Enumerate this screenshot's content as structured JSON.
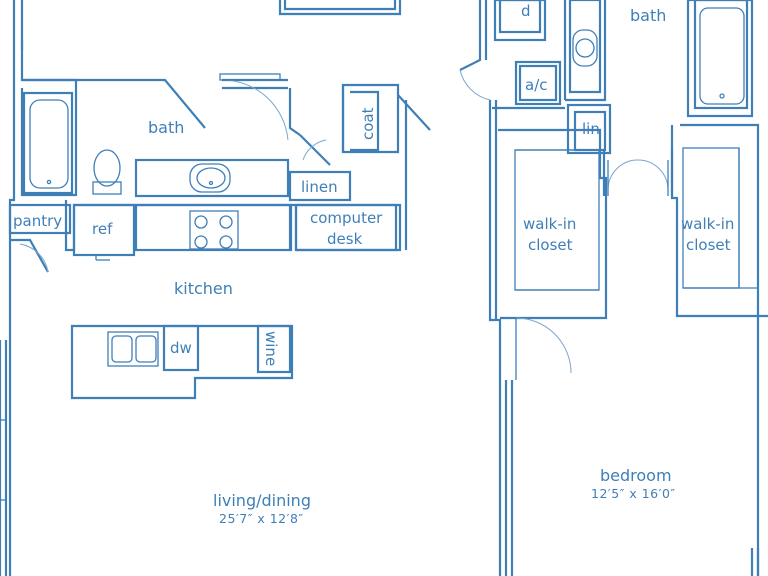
{
  "floorplan": {
    "stroke_color": "#3f7fb8",
    "background": "#ffffff",
    "rooms": {
      "bath_left": "bath",
      "bath_right": "bath",
      "linen": "linen",
      "coat": "coat",
      "pantry": "pantry",
      "ref": "ref",
      "computer_desk_1": "computer",
      "computer_desk_2": "desk",
      "kitchen": "kitchen",
      "dw": "dw",
      "wine": "wine",
      "living_dining": "living/dining",
      "living_dining_dim": "25′7″ x 12′8″",
      "d": "d",
      "ac": "a/c",
      "lin": "lin",
      "walkin_left_1": "walk-in",
      "walkin_left_2": "closet",
      "walkin_right_1": "walk-in",
      "walkin_right_2": "closet",
      "bedroom": "bedroom",
      "bedroom_dim": "12′5″ x 16′0″"
    }
  }
}
